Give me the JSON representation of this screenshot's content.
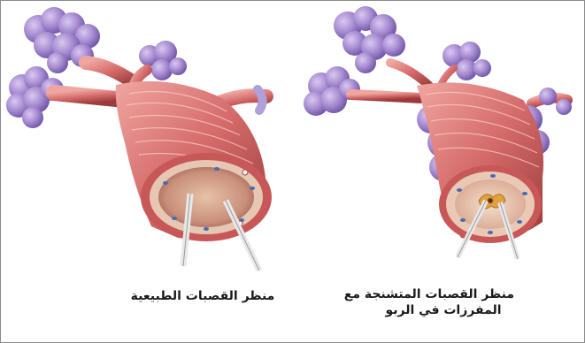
{
  "captions": {
    "normal": "منظر القصبات الطبيعية",
    "asthma_line1": "منظر القصبات المتشنجة مع",
    "asthma_line2": "المفرزات في الربو"
  },
  "colors": {
    "alveoli": "#a58ad0",
    "alveoli_shade": "#7e63b5",
    "muscle": "#d46a6a",
    "muscle_dark": "#a84444",
    "lumen": "#f3d9c6",
    "secretion": "#e0a040",
    "pointer": "#e8e8e8",
    "border": "#8a8a8a"
  }
}
